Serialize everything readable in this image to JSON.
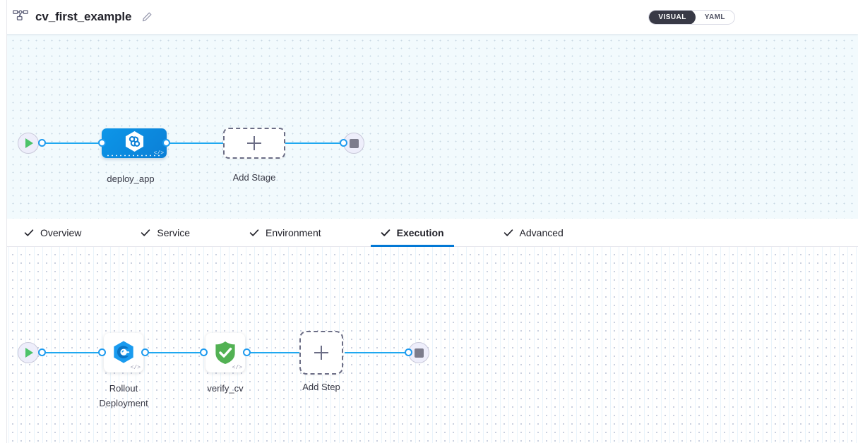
{
  "header": {
    "pipeline_icon": "pipeline-graph-icon",
    "title": "cv_first_example",
    "edit_icon": "pencil-edit-icon",
    "view_toggle": {
      "options": [
        {
          "label": "VISUAL",
          "active": true
        },
        {
          "label": "YAML",
          "active": false
        }
      ]
    }
  },
  "stage_canvas": {
    "start_node": {
      "name": "start-node",
      "icon": "play-icon"
    },
    "stage": {
      "name": "deploy_app",
      "icon": "harness-deploy-icon",
      "code_badge": "</>",
      "selected": true
    },
    "add_stage": {
      "label": "Add Stage",
      "icon": "plus-icon"
    },
    "end_node": {
      "name": "end-node",
      "icon": "stop-icon"
    }
  },
  "tabs": [
    {
      "label": "Overview",
      "icon": "check-icon",
      "active": false
    },
    {
      "label": "Service",
      "icon": "check-icon",
      "active": false
    },
    {
      "label": "Environment",
      "icon": "check-icon",
      "active": false
    },
    {
      "label": "Execution",
      "icon": "check-icon",
      "active": true
    },
    {
      "label": "Advanced",
      "icon": "check-icon",
      "active": false
    }
  ],
  "execution_canvas": {
    "start_node": {
      "name": "start-node",
      "icon": "play-icon"
    },
    "steps": [
      {
        "label_line1": "Rollout",
        "label_line2": "Deployment",
        "icon": "kubernetes-rollout-icon",
        "code_badge": "</>"
      },
      {
        "label_line1": "verify_cv",
        "label_line2": "",
        "icon": "green-shield-check-icon",
        "code_badge": "</>"
      }
    ],
    "add_step": {
      "label": "Add Step",
      "icon": "plus-icon"
    },
    "end_node": {
      "name": "end-node",
      "icon": "stop-icon"
    }
  },
  "colors": {
    "accent_blue": "#1f9bef",
    "tab_active": "#0278d5",
    "stage_blue": "#0b7fd6",
    "shield_green": "#4cb050",
    "play_green": "#4dc36a"
  }
}
